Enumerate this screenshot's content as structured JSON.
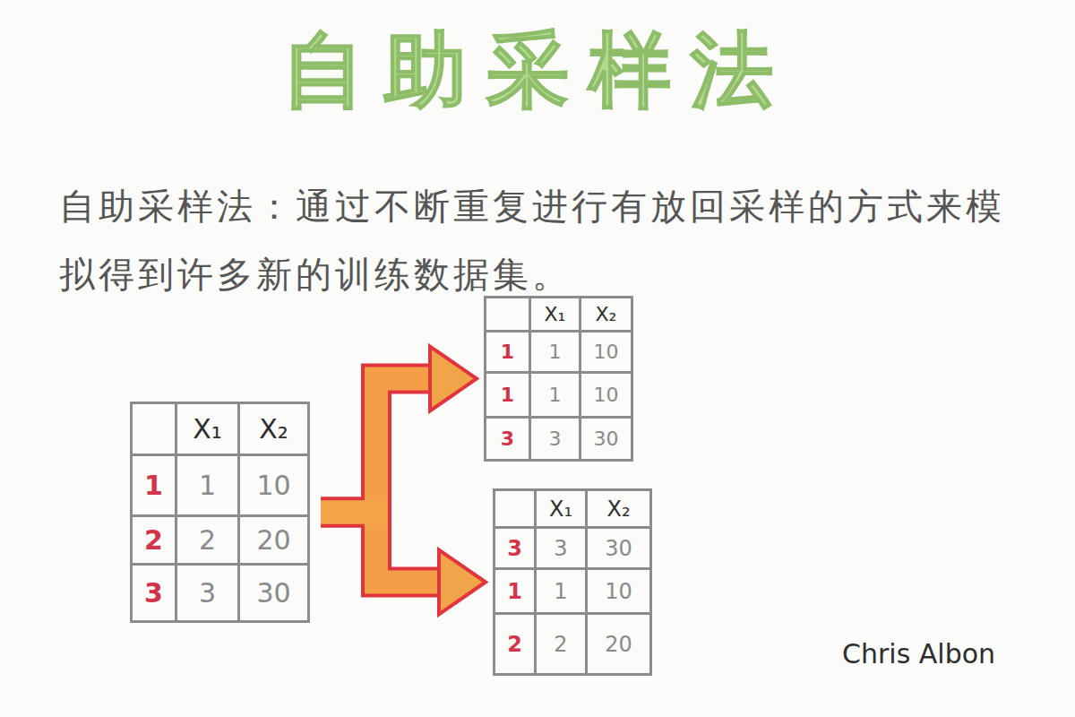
{
  "diagram": {
    "title": "自助采样法",
    "caption": "自助采样法：通过不断重复进行有放回采样的方式来模拟得到许多新的训练数据集。",
    "nodes": [
      {
        "text": [
          "X₁",
          "X₂",
          "1",
          "1",
          "10",
          "2",
          "2",
          "20",
          "3",
          "3",
          "30"
        ]
      },
      {
        "text": [
          "X₁",
          "X₂",
          "1",
          "1",
          "10",
          "1",
          "1",
          "10",
          "3",
          "3",
          "30"
        ]
      },
      {
        "text": [
          "X₁",
          "X₂",
          "3",
          "3",
          "30",
          "1",
          "1",
          "10",
          "2",
          "2",
          "20"
        ]
      }
    ],
    "edges": [
      {
        "from": 0,
        "to": 1,
        "arrow": "to"
      },
      {
        "from": 0,
        "to": 2,
        "arrow": "to"
      }
    ],
    "labels": [
      "Chris Albon"
    ]
  }
}
